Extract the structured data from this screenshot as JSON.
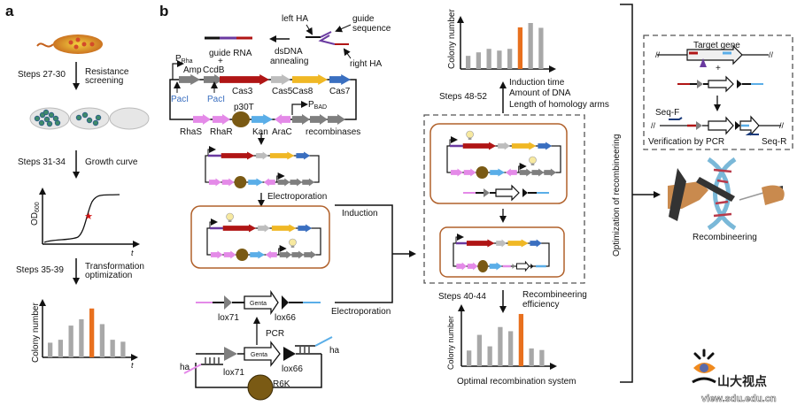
{
  "panel_a": {
    "label": "a",
    "step1": {
      "steps": "Steps 27-30",
      "desc1": "Resistance",
      "desc2": "screening"
    },
    "step2": {
      "steps": "Steps 31-34",
      "desc1": "Growth curve"
    },
    "growth_chart": {
      "ylabel": "OD",
      "ylabel_sub": "600",
      "xlabel": "t"
    },
    "step3": {
      "steps": "Steps 35-39",
      "desc1": "Transformation",
      "desc2": "optimization"
    },
    "colony_chart": {
      "ylabel": "Colony number",
      "xlabel": "t"
    }
  },
  "panel_b": {
    "label": "b",
    "left_ha": "left HA",
    "guide_seq1": "guide",
    "guide_seq2": "sequence",
    "right_ha": "right HA",
    "dsdna1": "dsDNA",
    "dsdna2": "annealing",
    "guide_rna": "guide RNA",
    "plus": "+",
    "prha": "P",
    "prha_sub": "Rha",
    "pbad": "P",
    "pbad_sub": "BAD",
    "genes_top": [
      "Amp",
      "CcdB",
      "Cas3",
      "Cas5",
      "Cas8",
      "Cas7"
    ],
    "paci": "PacI",
    "p30t": "p30T",
    "genes_bottom": [
      "RhaS",
      "RhaR",
      "Kan",
      "AraC",
      "recombinases"
    ],
    "electroporation1": "Electroporation",
    "induction": "Induction",
    "electroporation2": "Electroporation",
    "lox71": "lox71",
    "lox66": "lox66",
    "genta": "Genta",
    "pcr": "PCR",
    "ha": "ha",
    "r6k": "R6K"
  },
  "panel_c": {
    "top_chart": {
      "ylabel": "Colony number"
    },
    "steps_top": "Steps 48-52",
    "params": [
      "Induction time",
      "Amount of DNA",
      "Length of homology arms"
    ],
    "steps_bottom": "Steps 40-44",
    "efficiency1": "Recombineering",
    "efficiency2": "efficiency",
    "bottom_chart": {
      "ylabel": "Colony number",
      "xlabel": "Optimal recombination system"
    },
    "vertical_label": "Optimization of recombineering"
  },
  "panel_d": {
    "target_gene": "Target gene",
    "plus": "+",
    "seq_f": "Seq-F",
    "seq_r": "Seq-R",
    "verification": "Verification by PCR",
    "recombineering": "Recombineering"
  },
  "watermark": {
    "cn": "山大视点",
    "url": "view.sdu.edu.cn"
  },
  "colors": {
    "cas3": "#b01515",
    "cas5": "#bdbdbd",
    "cas8": "#f0b825",
    "cas7": "#3a6fc0",
    "gray_gene": "#7f7f7f",
    "pink": "#e48ae8",
    "kan": "#5aaee8",
    "ori": "#7a5a14",
    "highlight_bar": "#e8701e",
    "bar": "#a8a8a8",
    "box": "#b0602a",
    "purple": "#6a3aa0"
  },
  "chart_data": [
    {
      "type": "line",
      "title": "Growth curve",
      "xlabel": "t",
      "ylabel": "OD600",
      "shape": "sigmoid",
      "marker": "red star at inflection"
    },
    {
      "type": "bar",
      "title": "Transformation optimization",
      "xlabel": "t",
      "ylabel": "Colony number",
      "categories": [
        "1",
        "2",
        "3",
        "4",
        "5",
        "6",
        "7",
        "8"
      ],
      "values": [
        3,
        3.6,
        6.5,
        7.8,
        10,
        6.8,
        3.6,
        3.2
      ],
      "highlight_index": 4
    },
    {
      "type": "bar",
      "title": "Steps 48-52",
      "xlabel": "",
      "ylabel": "Colony number",
      "categories": [
        "1",
        "2",
        "3",
        "4",
        "5",
        "6",
        "7",
        "8"
      ],
      "values": [
        3,
        3.8,
        4.6,
        4.2,
        4.6,
        9.5,
        10.5,
        9.4
      ],
      "highlight_index": 5
    },
    {
      "type": "bar",
      "title": "Recombineering efficiency",
      "xlabel": "Optimal recombination system",
      "ylabel": "Colony number",
      "categories": [
        "1",
        "2",
        "3",
        "4",
        "5",
        "6",
        "7",
        "8"
      ],
      "values": [
        3,
        6,
        3.8,
        7.5,
        6.7,
        10,
        3.4,
        3.1
      ],
      "highlight_index": 5
    }
  ]
}
